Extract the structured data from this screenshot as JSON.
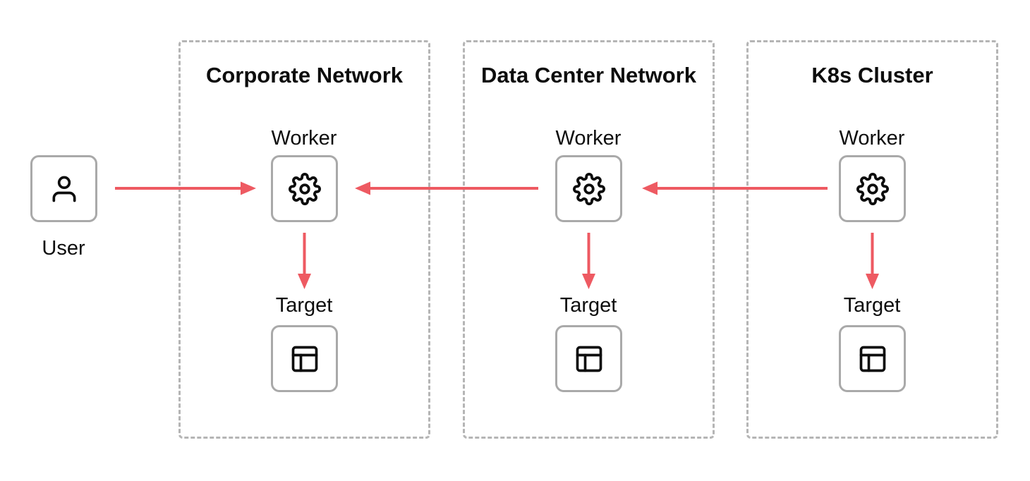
{
  "page": {
    "background": "#ffffff"
  },
  "colors": {
    "arrow": "#ee5a62",
    "node_border": "#a9a9a9",
    "container_border": "#b5b5b5",
    "text": "#0d0d0d",
    "icon": "#0d0d0d"
  },
  "user_node": {
    "label": "User",
    "icon": "user-icon"
  },
  "containers": [
    {
      "title": "Corporate Network",
      "worker": {
        "label": "Worker",
        "icon": "gear-icon"
      },
      "target": {
        "label": "Target",
        "icon": "layout-icon"
      }
    },
    {
      "title": "Data Center Network",
      "worker": {
        "label": "Worker",
        "icon": "gear-icon"
      },
      "target": {
        "label": "Target",
        "icon": "layout-icon"
      }
    },
    {
      "title": "K8s Cluster",
      "worker": {
        "label": "Worker",
        "icon": "gear-icon"
      },
      "target": {
        "label": "Target",
        "icon": "layout-icon"
      }
    }
  ],
  "edges": [
    {
      "from": "User",
      "to": "Corporate Network Worker",
      "direction": "right"
    },
    {
      "from": "Data Center Network Worker",
      "to": "Corporate Network Worker",
      "direction": "left"
    },
    {
      "from": "K8s Cluster Worker",
      "to": "Data Center Network Worker",
      "direction": "left"
    },
    {
      "from": "Corporate Network Worker",
      "to": "Corporate Network Target",
      "direction": "down"
    },
    {
      "from": "Data Center Network Worker",
      "to": "Data Center Network Target",
      "direction": "down"
    },
    {
      "from": "K8s Cluster Worker",
      "to": "K8s Cluster Target",
      "direction": "down"
    }
  ]
}
